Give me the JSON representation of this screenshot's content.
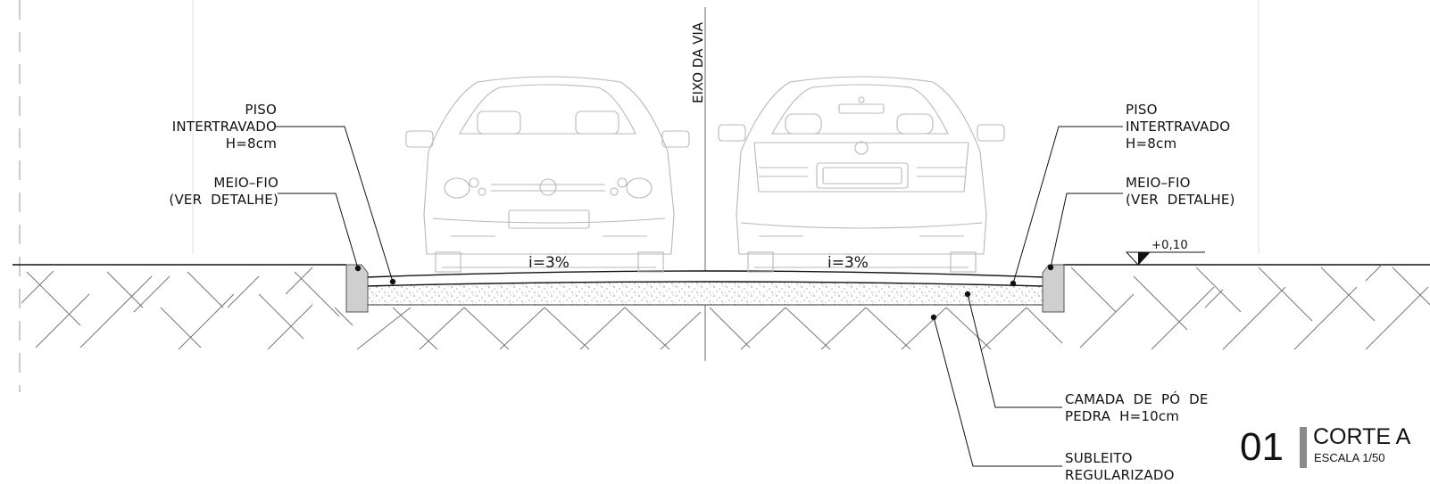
{
  "drawing": {
    "axis_label": "EIXO DA VIA",
    "left_labels": {
      "piso": "PISO\nINTERTRAVADO\nH=8cm",
      "meio_fio": "MEIO–FIO\n(VER  DETALHE)"
    },
    "right_labels": {
      "piso": "PISO\nINTERTRAVADO\nH=8cm",
      "meio_fio": "MEIO–FIO\n(VER  DETALHE)"
    },
    "slope_left": "i=3%",
    "slope_right": "i=3%",
    "level_mark": "+0,10",
    "camada_label": "CAMADA  DE  PÓ  DE\nPEDRA  H=10cm",
    "subleito_label": "SUBLEITO\nREGULARIZADO",
    "title": {
      "number": "01",
      "name": "CORTE A",
      "scale": "ESCALA  1/50"
    }
  }
}
